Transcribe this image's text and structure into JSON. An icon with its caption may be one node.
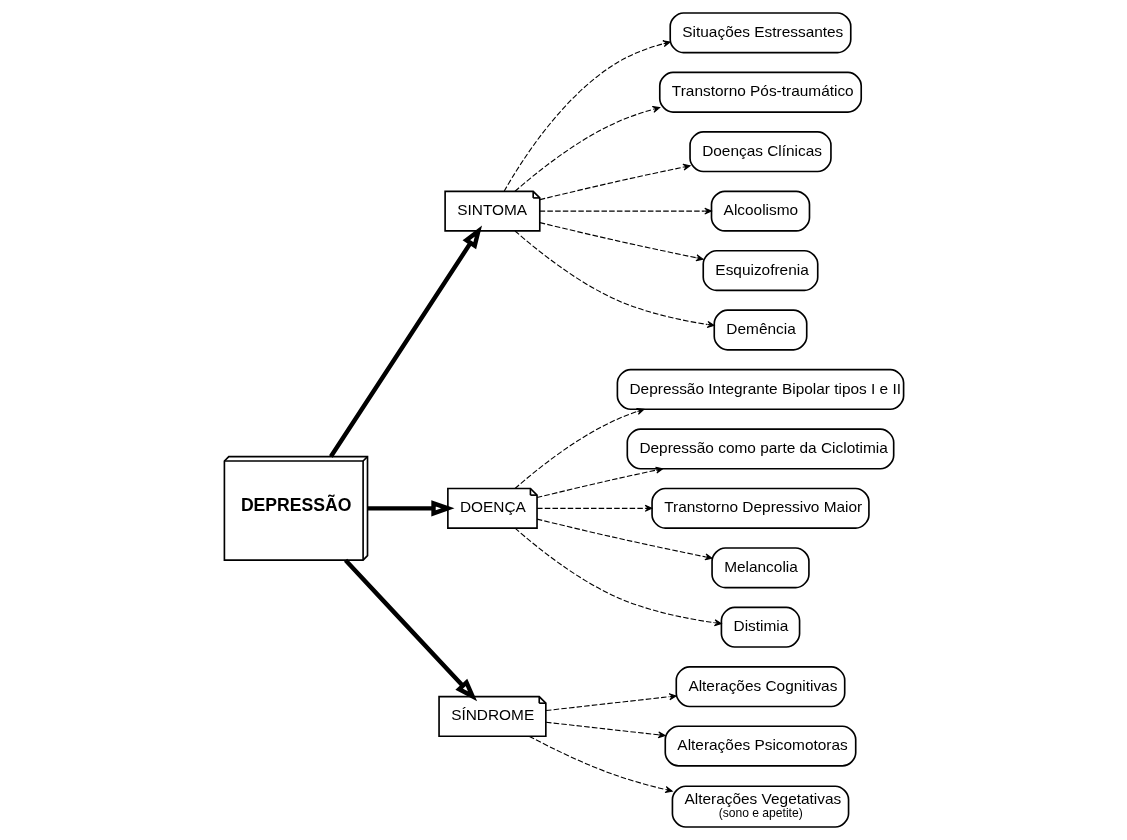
{
  "diagram": {
    "nodes": [
      {
        "text": [
          "DEPRESSÃO"
        ]
      },
      {
        "text": [
          "SINTOMA"
        ]
      },
      {
        "text": [
          "DOENÇA"
        ]
      },
      {
        "text": [
          "SÍNDROME"
        ]
      },
      {
        "text": [
          "Situações Estressantes"
        ]
      },
      {
        "text": [
          "Transtorno Pós-traumático"
        ]
      },
      {
        "text": [
          "Doenças Clínicas"
        ]
      },
      {
        "text": [
          "Alcoolismo"
        ]
      },
      {
        "text": [
          "Esquizofrenia"
        ]
      },
      {
        "text": [
          "Demência"
        ]
      },
      {
        "text": [
          "Depressão Integrante Bipolar tipos I e II"
        ]
      },
      {
        "text": [
          "Depressão como parte da Ciclotimia"
        ]
      },
      {
        "text": [
          "Transtorno Depressivo Maior"
        ]
      },
      {
        "text": [
          "Melancolia"
        ]
      },
      {
        "text": [
          "Distimia"
        ]
      },
      {
        "text": [
          "Alterações Cognitivas"
        ]
      },
      {
        "text": [
          "Alterações Psicomotoras"
        ]
      },
      {
        "text": [
          "Alterações Vegetativas",
          "(sono e apetite)"
        ]
      }
    ],
    "edges": [
      {
        "from": 0,
        "to": 1,
        "arrow": "to",
        "style": "thick"
      },
      {
        "from": 0,
        "to": 2,
        "arrow": "to",
        "style": "thick"
      },
      {
        "from": 0,
        "to": 3,
        "arrow": "to",
        "style": "thick"
      },
      {
        "from": 1,
        "to": 4,
        "arrow": "to",
        "style": "dashed"
      },
      {
        "from": 1,
        "to": 5,
        "arrow": "to",
        "style": "dashed"
      },
      {
        "from": 1,
        "to": 6,
        "arrow": "to",
        "style": "dashed"
      },
      {
        "from": 1,
        "to": 7,
        "arrow": "to",
        "style": "dashed"
      },
      {
        "from": 1,
        "to": 8,
        "arrow": "to",
        "style": "dashed"
      },
      {
        "from": 1,
        "to": 9,
        "arrow": "to",
        "style": "dashed"
      },
      {
        "from": 2,
        "to": 10,
        "arrow": "to",
        "style": "dashed"
      },
      {
        "from": 2,
        "to": 11,
        "arrow": "to",
        "style": "dashed"
      },
      {
        "from": 2,
        "to": 12,
        "arrow": "to",
        "style": "dashed"
      },
      {
        "from": 2,
        "to": 13,
        "arrow": "to",
        "style": "dashed"
      },
      {
        "from": 2,
        "to": 14,
        "arrow": "to",
        "style": "dashed"
      },
      {
        "from": 3,
        "to": 15,
        "arrow": "to",
        "style": "dashed"
      },
      {
        "from": 3,
        "to": 16,
        "arrow": "to",
        "style": "dashed"
      },
      {
        "from": 3,
        "to": 17,
        "arrow": "to",
        "style": "dashed"
      }
    ]
  }
}
